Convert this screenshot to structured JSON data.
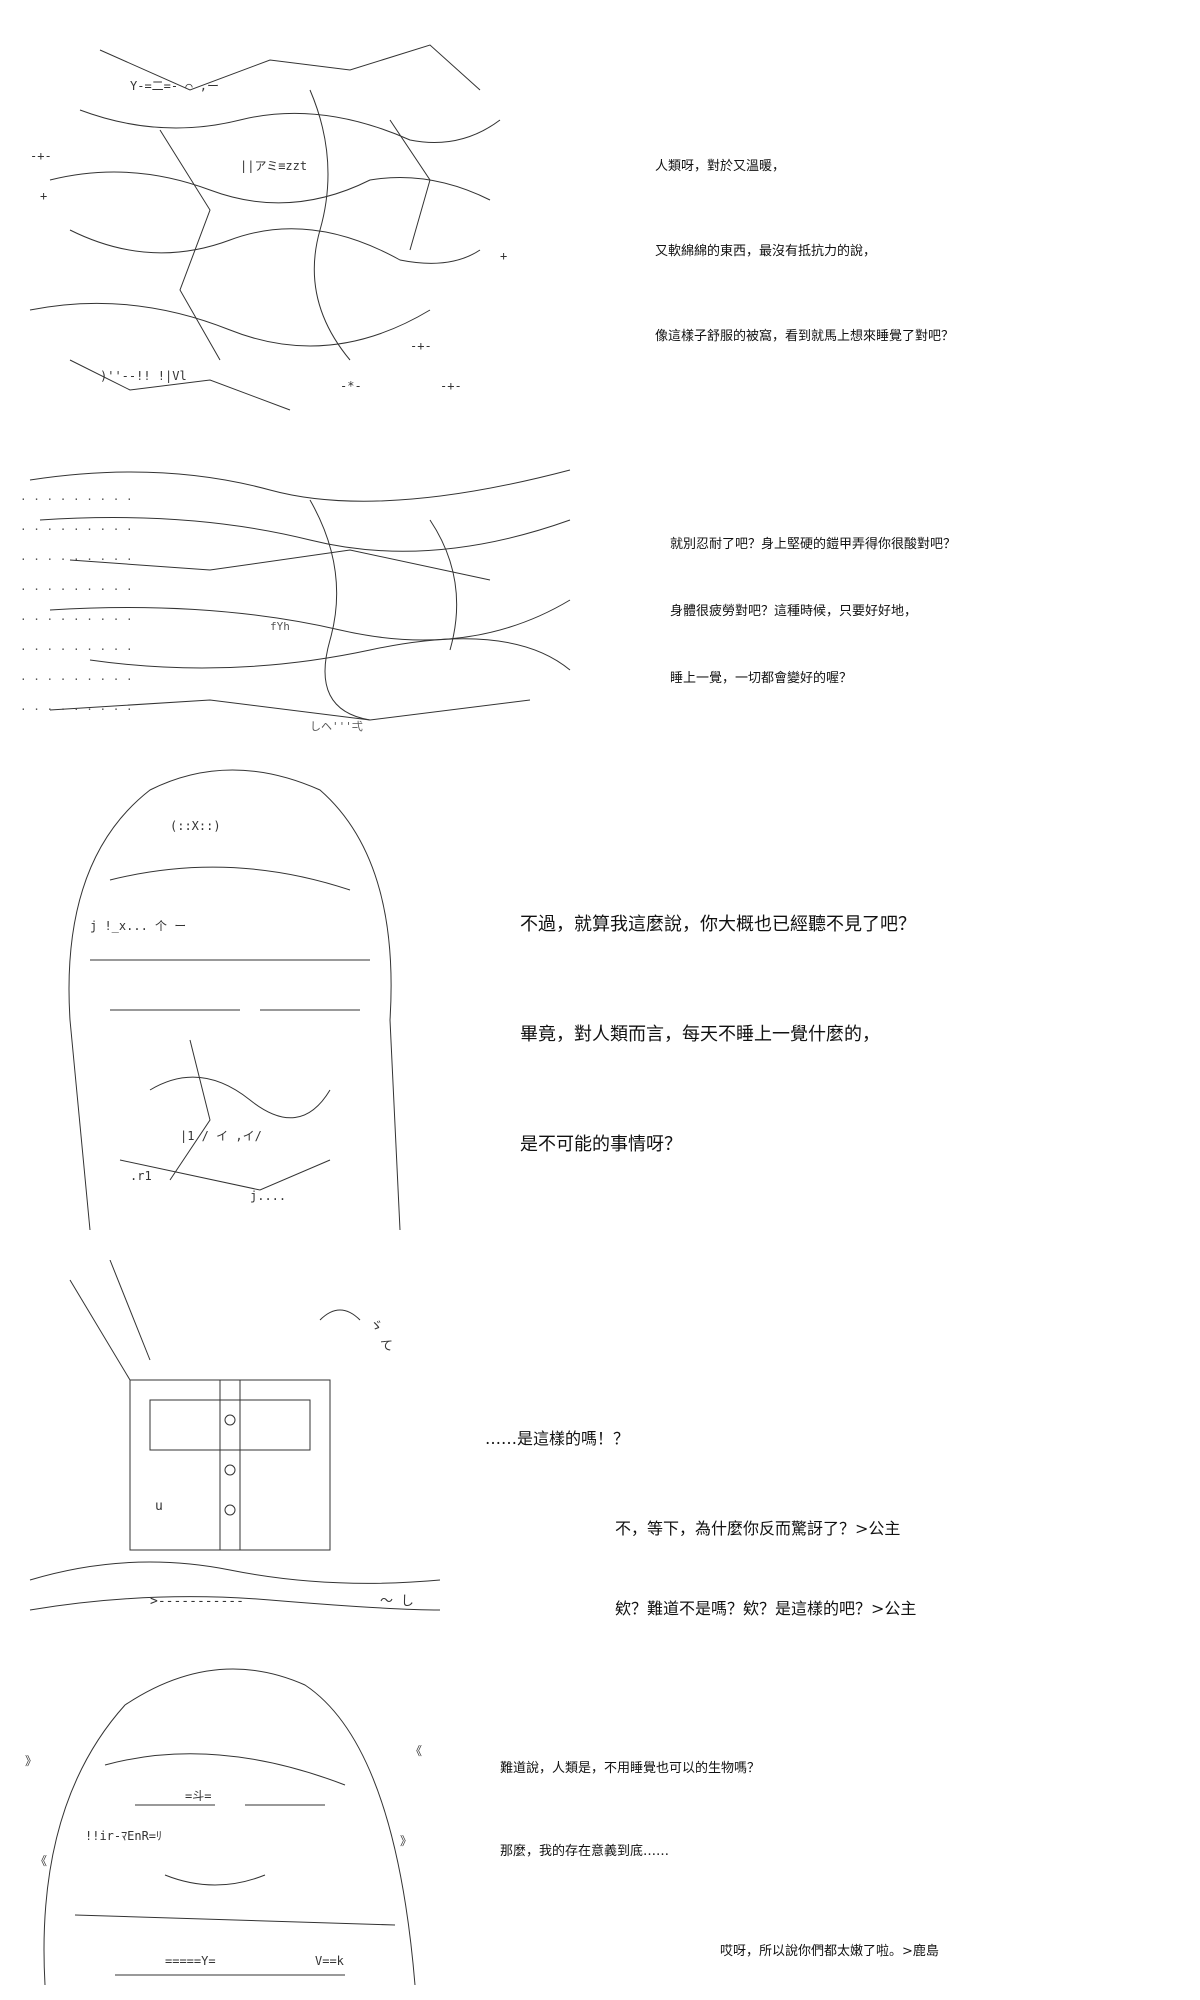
{
  "panels": [
    {
      "lines": [
        "人類呀，對於又溫暖，",
        "又軟綿綿的東西，最沒有抵抗力的說，",
        "像這樣子舒服的被窩，看到就馬上想來睡覺了對吧？"
      ]
    },
    {
      "lines": [
        "就別忍耐了吧？身上堅硬的鎧甲弄得你很酸對吧？",
        "身體很疲勞對吧？這種時候，只要好好地，",
        "睡上一覺，一切都會變好的喔？"
      ]
    },
    {
      "lines": [
        "不過，就算我這麼說，你大概也已經聽不見了吧？",
        "畢竟，對人類而言，每天不睡上一覺什麼的，",
        "是不可能的事情呀？"
      ]
    },
    {
      "lines": [
        "……是這樣的嗎！？",
        "不，等下，為什麼你反而驚訝了？>公主",
        "欸？難道不是嗎？欸？是這樣的吧？>公主"
      ]
    },
    {
      "lines": [
        "難道說，人類是，不用睡覺也可以的生物嗎？",
        "那麼，我的存在意義到底……",
        "哎呀，所以說你們都太嫩了啦。>鹿島"
      ]
    }
  ]
}
